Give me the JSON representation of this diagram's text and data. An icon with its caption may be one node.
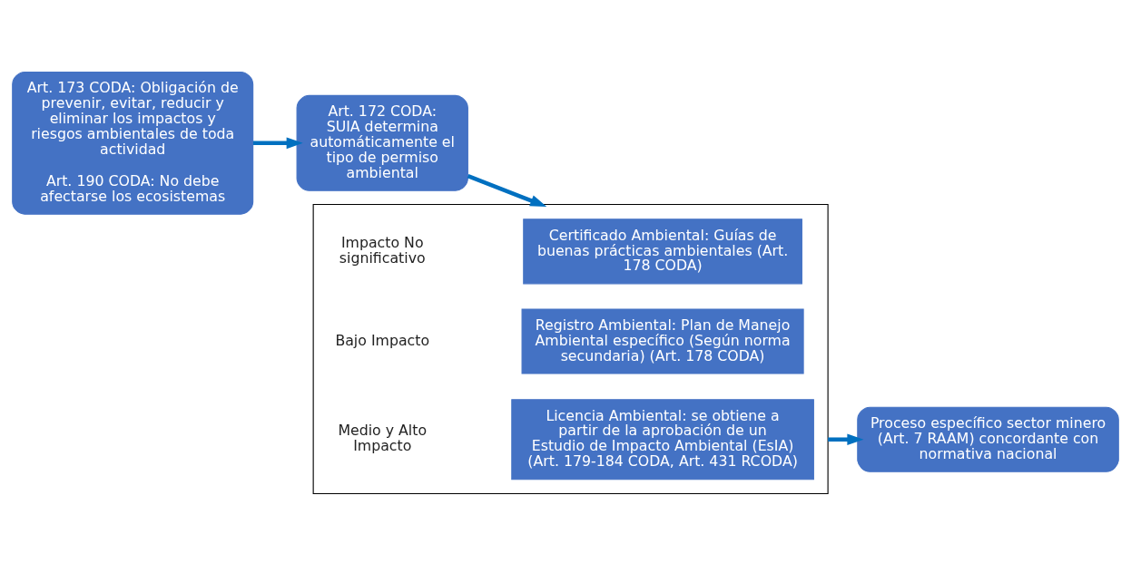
{
  "diagram": {
    "nodes": [
      {
        "text": [
          "Art. 173 CODA: Obligación de prevenir, evitar, reducir y eliminar los impactos y riesgos ambientales de toda actividad",
          "Art. 190 CODA: No debe afectarse los ecosistemas"
        ]
      },
      {
        "text": [
          "Art. 172 CODA: SUIA determina automáticamente el tipo de permiso ambiental"
        ]
      },
      {
        "text": [],
        "shape": "box"
      },
      {
        "text": [
          "Impacto No significativo"
        ],
        "in": 2
      },
      {
        "text": [
          "Certificado Ambiental: Guías de buenas prácticas ambientales (Art. 178 CODA)"
        ],
        "in": 2
      },
      {
        "text": [
          "Bajo Impacto"
        ],
        "in": 2
      },
      {
        "text": [
          "Registro Ambiental: Plan de Manejo Ambiental específico (Según norma secundaria) (Art. 178 CODA)"
        ],
        "in": 2
      },
      {
        "text": [
          "Medio y Alto Impacto"
        ],
        "in": 2
      },
      {
        "text": [
          "Licencia Ambiental: se obtiene a partir de la aprobación de un Estudio de Impacto Ambiental (EsIA) (Art. 179-184 CODA, Art. 431 RCODA)"
        ],
        "in": 2
      },
      {
        "text": [
          "Proceso específico sector minero (Art. 7 RAAM) concordante con normativa nacional"
        ]
      }
    ],
    "edges": [
      {
        "from": 0,
        "to": 1,
        "arrow": "to"
      },
      {
        "from": 1,
        "to": 2,
        "arrow": "to"
      },
      {
        "from": 2,
        "to": 9,
        "arrow": "to"
      }
    ]
  }
}
